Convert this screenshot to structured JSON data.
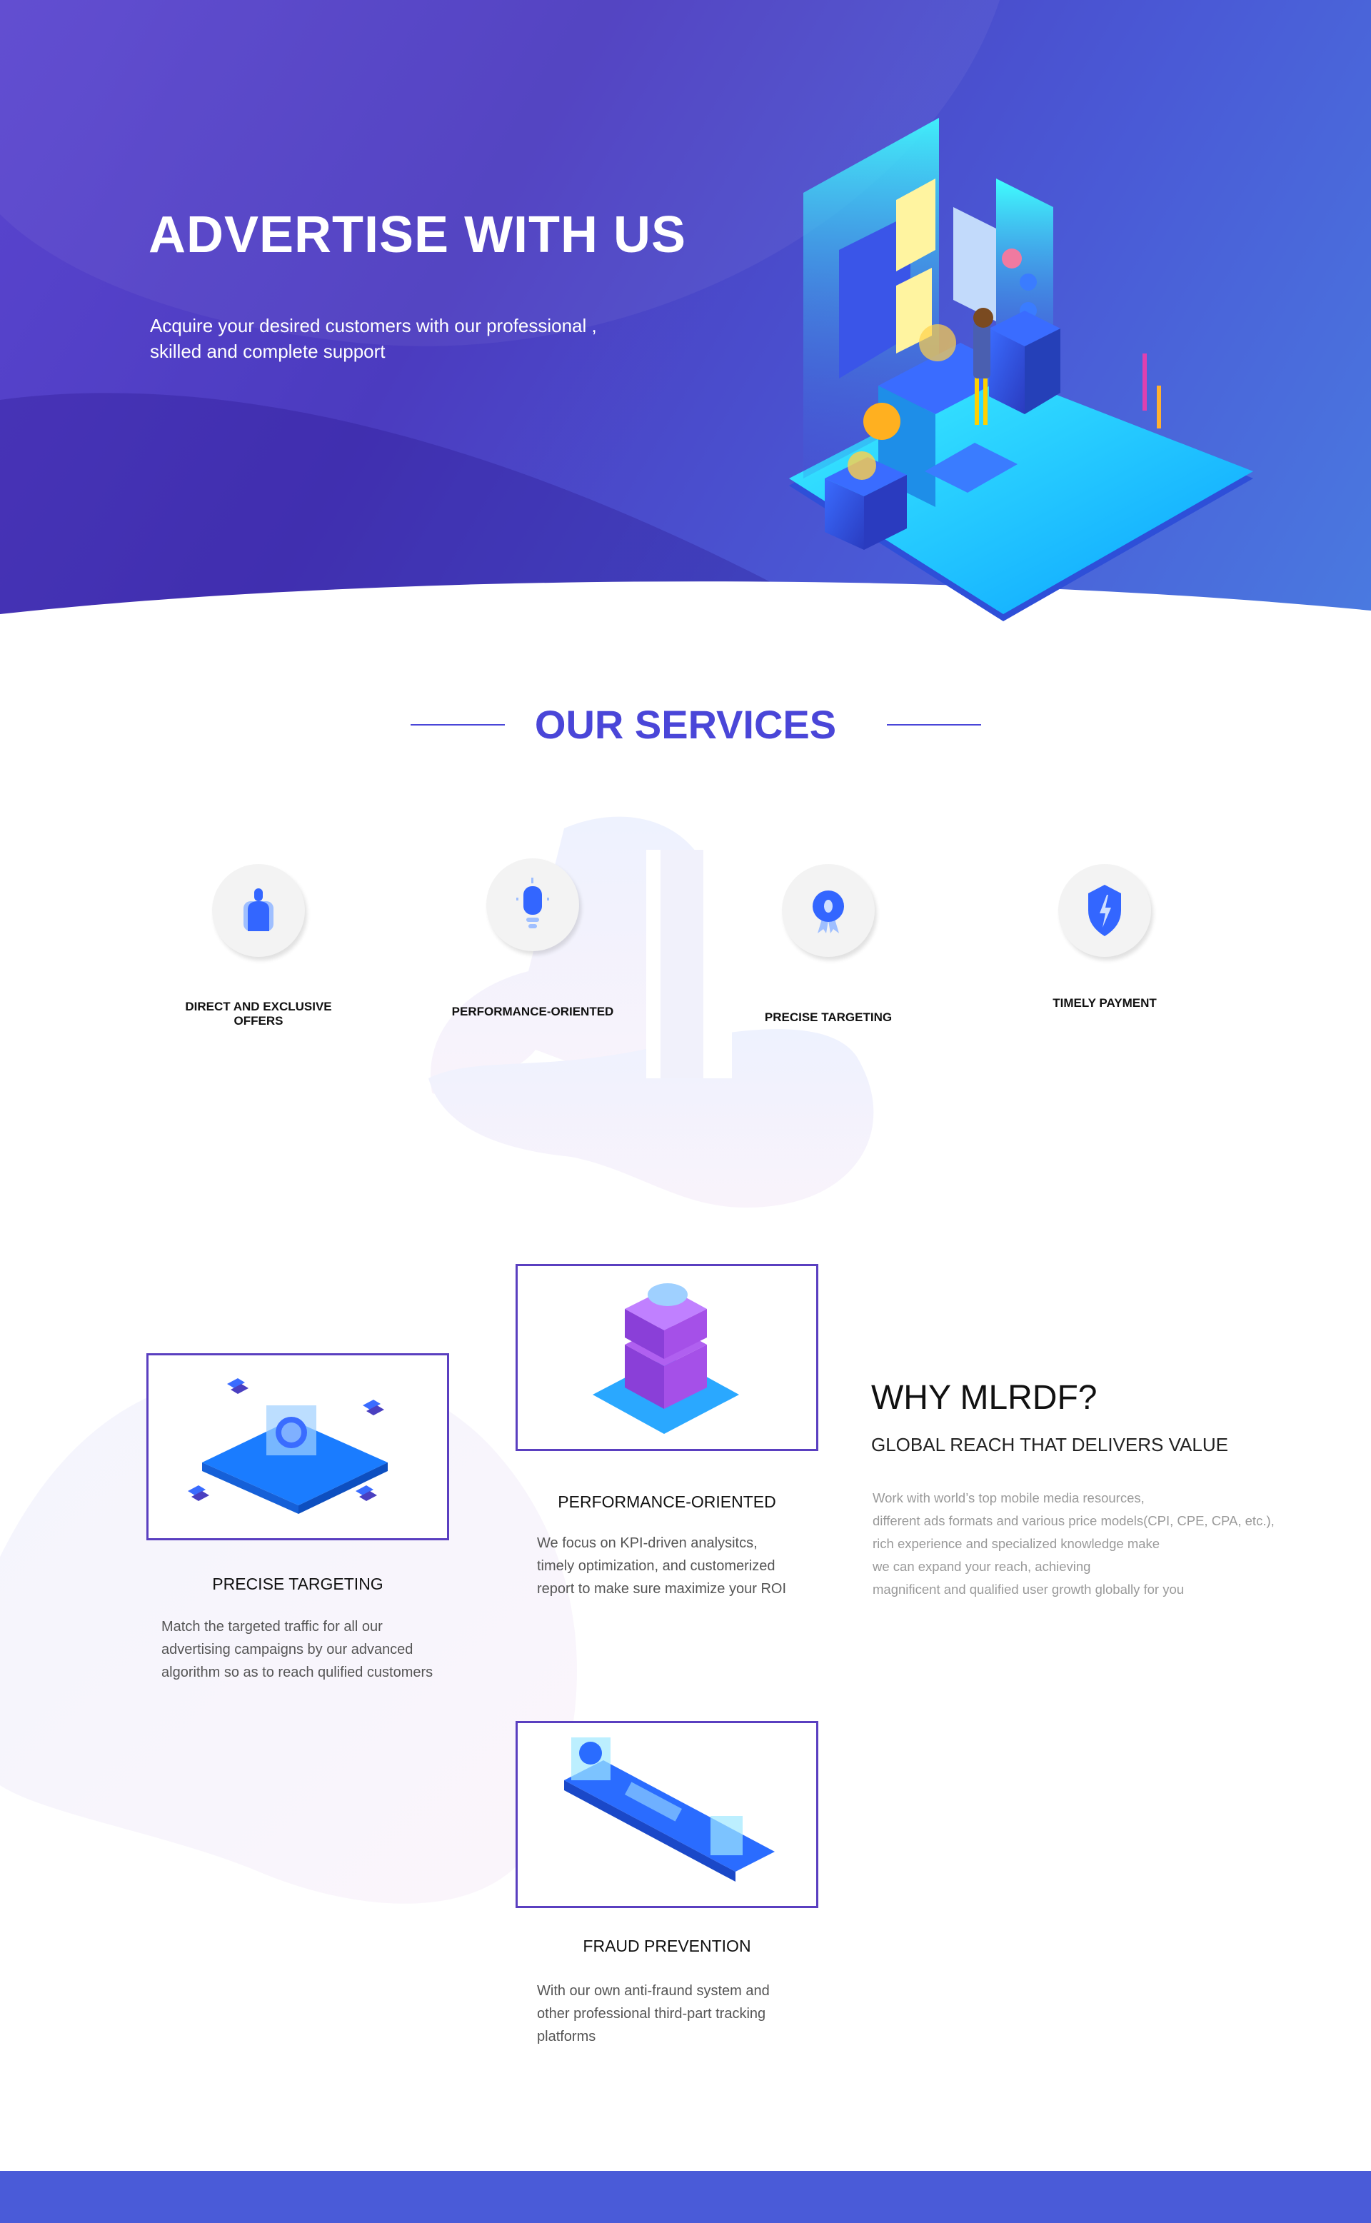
{
  "hero": {
    "title": "ADVERTISE WITH US",
    "subtitle_line1": "Acquire your desired customers with our professional ,",
    "subtitle_line2": "skilled and complete support"
  },
  "services": {
    "title": "OUR SERVICES",
    "items": [
      {
        "label_line1": "DIRECT AND EXCLUSIVE",
        "label_line2": "OFFERS",
        "icon": "user-icon"
      },
      {
        "label_line1": "PERFORMANCE-ORIENTED",
        "icon": "lightbulb-icon"
      },
      {
        "label_line1": "PRECISE TARGETING",
        "icon": "badge-icon"
      },
      {
        "label_line1": "TIMELY PAYMENT",
        "icon": "shield-lightning-icon"
      }
    ]
  },
  "features": [
    {
      "title": "PRECISE TARGETING",
      "desc": [
        "Match the targeted traffic for all our",
        "advertising campaigns by our advanced",
        "algorithm so as to reach qulified customers"
      ]
    },
    {
      "title": "PERFORMANCE-ORIENTED",
      "desc": [
        "We focus on KPI-driven analysitcs,",
        "timely optimization, and customerized",
        "report to make sure maximize your ROI"
      ]
    },
    {
      "title": "FRAUD PREVENTION",
      "desc": [
        "With our own anti-fraund system and",
        "other professional third-part tracking",
        "platforms"
      ]
    }
  ],
  "why": {
    "title": "WHY MLRDF?",
    "subtitle": "GLOBAL REACH THAT DELIVERS VALUE",
    "body": [
      "Work with world’s top mobile media resources,",
      "different ads formats and various price models(CPI, CPE, CPA, etc.),",
      "rich experience and specialized knowledge make",
      "we can expand your reach, achieving",
      "magnificent and qualified user growth globally for you"
    ]
  },
  "colors": {
    "accent": "#4a46d8",
    "card_border": "#5a3fc0",
    "icon_blue": "#3366ff",
    "footer": "#4a5bd8"
  }
}
